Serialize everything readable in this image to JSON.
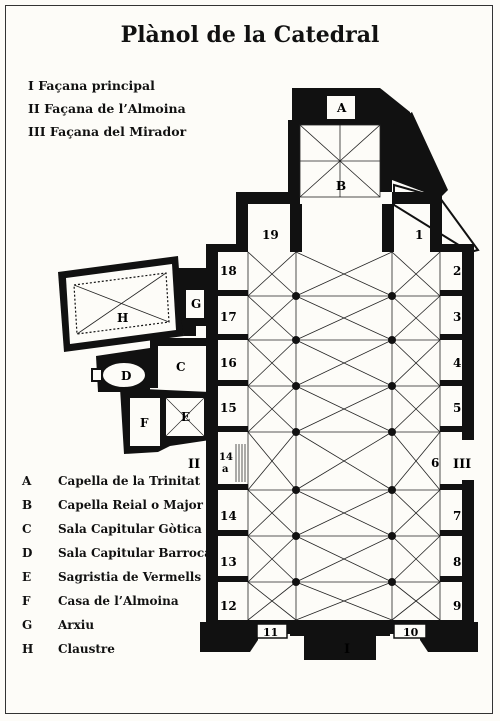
{
  "title": "Plànol de la Catedral",
  "facades": [
    {
      "numeral": "I",
      "label": "Façana principal"
    },
    {
      "numeral": "II",
      "label": "Façana de l’Almoina"
    },
    {
      "numeral": "III",
      "label": "Façana del Mirador"
    }
  ],
  "legend": [
    {
      "key": "A",
      "label": "Capella de la Trinitat"
    },
    {
      "key": "B",
      "label": "Capella Reial o Major"
    },
    {
      "key": "C",
      "label": "Sala Capitular Gòtica"
    },
    {
      "key": "D",
      "label": "Sala Capitular Barroca"
    },
    {
      "key": "E",
      "label": "Sagristia de Vermells"
    },
    {
      "key": "F",
      "label": "Casa de l’Almoina"
    },
    {
      "key": "G",
      "label": "Arxiu"
    },
    {
      "key": "H",
      "label": "Claustre"
    }
  ],
  "plan_labels": {
    "A": "A",
    "B": "B",
    "C": "C",
    "D": "D",
    "E": "E",
    "F": "F",
    "G": "G",
    "H": "H",
    "I": "I",
    "II": "II",
    "III": "III",
    "c1": "1",
    "c2": "2",
    "c3": "3",
    "c4": "4",
    "c5": "5",
    "c6": "6",
    "c7": "7",
    "c8": "8",
    "c9": "9",
    "c10": "10",
    "c11": "11",
    "c12": "12",
    "c13": "13",
    "c14": "14",
    "c14a_top": "14",
    "c14a_bottom": "a",
    "c15": "15",
    "c16": "16",
    "c17": "17",
    "c18": "18",
    "c19": "19"
  }
}
